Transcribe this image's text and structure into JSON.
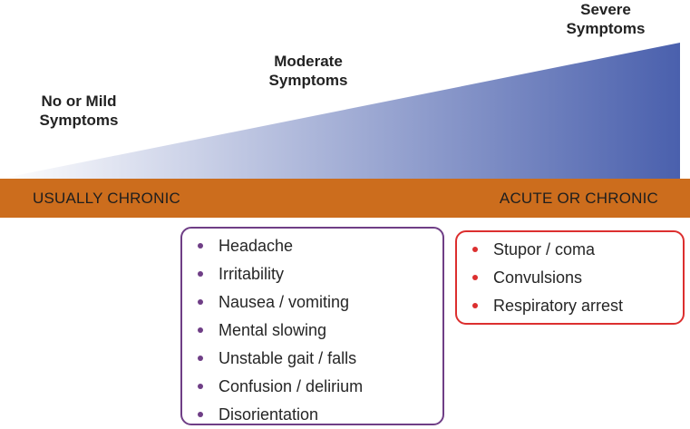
{
  "levels": {
    "mild": "No or Mild Symptoms",
    "moderate": "Moderate Symptoms",
    "severe": "Severe Symptoms"
  },
  "band": {
    "left_label": "USUALLY CHRONIC",
    "right_label": "ACUTE OR CHRONIC",
    "color": "#cc6d1d"
  },
  "moderate_symptoms": {
    "border_color": "#6f3e86",
    "items": [
      "Headache",
      "Irritability",
      "Nausea / vomiting",
      "Mental slowing",
      "Unstable gait / falls",
      "Confusion / delirium",
      "Disorientation"
    ]
  },
  "severe_symptoms": {
    "border_color": "#dc2f2f",
    "items": [
      "Stupor / coma",
      "Convulsions",
      "Respiratory arrest"
    ]
  },
  "gradient": {
    "start_color": "#ffffff",
    "end_color": "#4a60ad"
  }
}
